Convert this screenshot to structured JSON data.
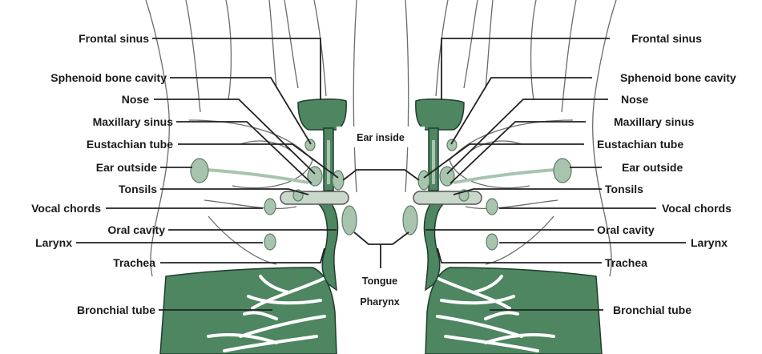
{
  "left_labels": {
    "frontal_sinus": "Frontal sinus",
    "sphenoid": "Sphenoid bone cavity",
    "nose": "Nose",
    "maxillary": "Maxillary sinus",
    "eustachian": "Eustachian tube",
    "ear_outside": "Ear outside",
    "tonsils": "Tonsils",
    "vocal": "Vocal chords",
    "oral": "Oral cavity",
    "larynx": "Larynx",
    "trachea": "Trachea",
    "bronchial": "Bronchial tube"
  },
  "right_labels": {
    "frontal_sinus": "Frontal sinus",
    "sphenoid": "Sphenoid bone cavity",
    "nose": "Nose",
    "maxillary": "Maxillary sinus",
    "eustachian": "Eustachian tube",
    "ear_outside": "Ear outside",
    "tonsils": "Tonsils",
    "vocal": "Vocal chords",
    "oral": "Oral cavity",
    "larynx": "Larynx",
    "trachea": "Trachea",
    "bronchial": "Bronchial tube"
  },
  "center_labels": {
    "ear_inside": "Ear inside",
    "tongue": "Tongue",
    "pharynx": "Pharynx"
  },
  "colors": {
    "organ": "#4d8660",
    "node": "#a9c4ae",
    "outline": "#6b6b6b"
  }
}
